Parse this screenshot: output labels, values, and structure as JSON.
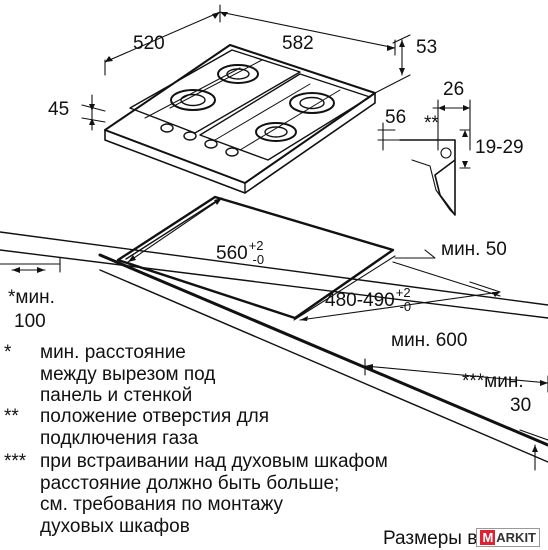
{
  "dimensions": {
    "width": "520",
    "depth": "582",
    "d53": "53",
    "height": "45",
    "d26": "26",
    "d56": "56",
    "gas_mark": "**",
    "d1929": "19-29",
    "cut_w_base": "560",
    "cut_w_sup": "+2",
    "cut_w_sub": "-0",
    "cut_d_base": "480-490",
    "cut_d_sup": "+2",
    "cut_d_sub": "-0",
    "min50": "мин. 50",
    "min600": "мин. 600",
    "min100_line1": "*мин.",
    "min100_line2": "100",
    "min30_line1": "***мин.",
    "min30_line2": "30"
  },
  "notes": [
    {
      "mark": "*",
      "lines": [
        "мин. расстояние",
        "между вырезом под",
        "панель и стенкой"
      ]
    },
    {
      "mark": "**",
      "lines": [
        "положение отверстия для",
        "подключения газа"
      ]
    },
    {
      "mark": "***",
      "lines": [
        "при встраивании над духовым шкафом",
        "расстояние должно быть больше;",
        "см. требования по монтажу",
        "духовых шкафов"
      ]
    }
  ],
  "footer": "Размеры в мм",
  "watermark": {
    "m": "M",
    "rest": "ARKIT"
  }
}
